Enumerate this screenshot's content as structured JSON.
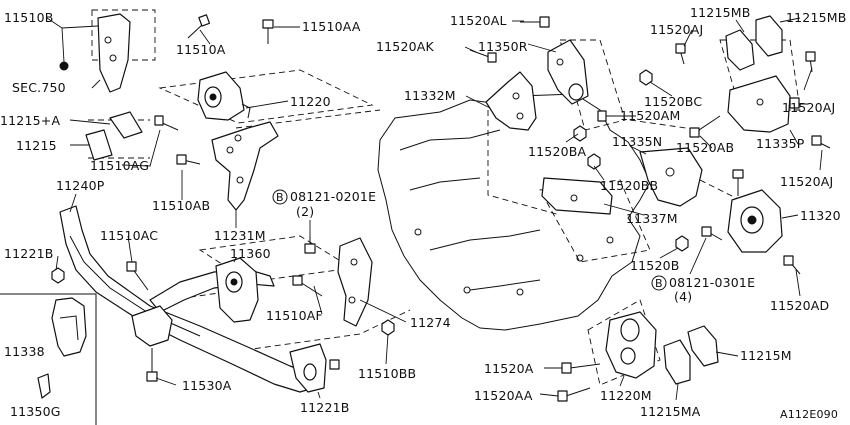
{
  "diagram_id": "A112E090",
  "labels": {
    "l_11510B": "11510B",
    "l_11510A": "11510A",
    "l_11510AA": "11510AA",
    "l_sec750": "SEC.750",
    "l_11220": "11220",
    "l_11215A": "11215+A",
    "l_11215": "11215",
    "l_11510AG": "11510AG",
    "l_11510AB": "11510AB",
    "l_11240P": "11240P",
    "l_11231M": "11231M",
    "l_11510AC": "11510AC",
    "l_11221B_left": "11221B",
    "l_11360": "11360",
    "l_11338": "11338",
    "l_11350G": "11350G",
    "l_11510AF": "11510AF",
    "l_11530A": "11530A",
    "l_11221B_bottom": "11221B",
    "l_bolt1_num": "08121-0201E",
    "l_bolt1_qty": "(2)",
    "l_11274": "11274",
    "l_11510BB": "11510BB",
    "l_11520AL": "11520AL",
    "l_11520AK": "11520AK",
    "l_11350R": "11350R",
    "l_11332M": "11332M",
    "l_11520BA": "11520BA",
    "l_11335N": "11335N",
    "l_11520BB": "11520BB",
    "l_11337M": "11337M",
    "l_11520AJ_top": "11520AJ",
    "l_11215MB_left": "11215MB",
    "l_11215MB_right": "11215MB",
    "l_11520BC": "11520BC",
    "l_11520AM": "11520AM",
    "l_11520AJ_mid": "11520AJ",
    "l_11520AB": "11520AB",
    "l_11335P": "11335P",
    "l_11520AJ_low": "11520AJ",
    "l_11320": "11320",
    "l_11520B": "11520B",
    "l_bolt2_num": "08121-0301E",
    "l_bolt2_qty": "(4)",
    "l_11520AD": "11520AD",
    "l_11520A": "11520A",
    "l_11520AA": "11520AA",
    "l_11220M": "11220M",
    "l_11215M": "11215M",
    "l_11215MA": "11215MA",
    "l_circle_b": "B",
    "l_code": "A112E090"
  }
}
